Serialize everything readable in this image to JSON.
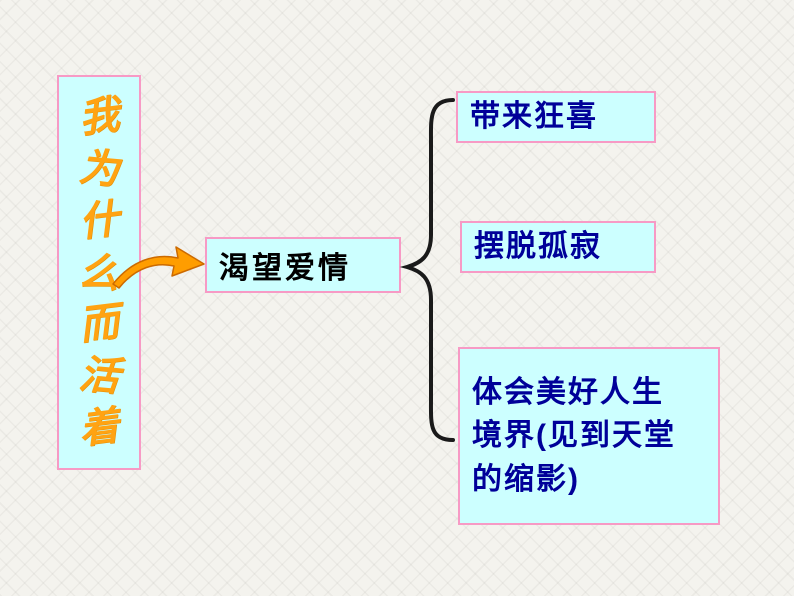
{
  "slide": {
    "left_box": {
      "full": "我为什么而活着",
      "chars": [
        "我",
        "为",
        "什",
        "么",
        "而",
        "活",
        "着"
      ]
    },
    "center_box": {
      "label": "渴望爱情"
    },
    "branches": [
      {
        "label": "带来狂喜"
      },
      {
        "label": "摆脱孤寂"
      },
      {
        "label": "体会美好人生境界(见到天堂的缩影)",
        "lines": [
          "体会美好人生",
          "境界(见到天堂",
          "的缩影)"
        ]
      }
    ],
    "colors": {
      "box_border": "#f79ac5",
      "box_fill": "#ccffff",
      "left_text": "#ffa312",
      "center_text": "#000000",
      "branch_text": "#000099",
      "arrow": "#ff9d00",
      "brace": "#1a1a1a",
      "background": "#f4f3ee"
    }
  }
}
